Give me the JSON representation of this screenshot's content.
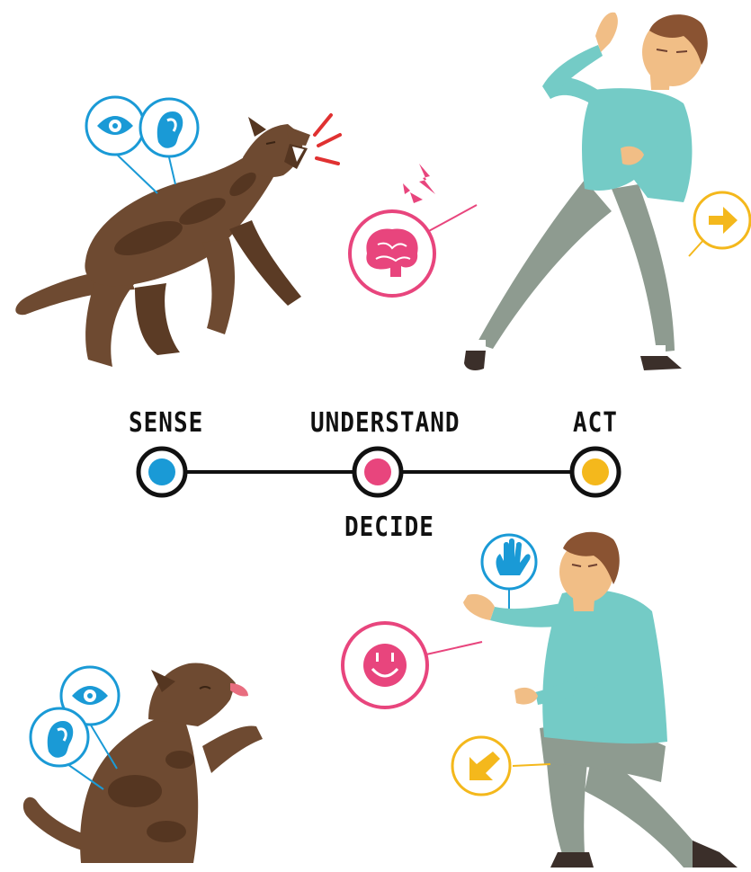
{
  "stages": [
    {
      "label": "SENSE",
      "color": "#1a9ad6"
    },
    {
      "label": "UNDERSTAND",
      "sublabel": "DECIDE",
      "color": "#e8457d"
    },
    {
      "label": "ACT",
      "color": "#f4b81c"
    }
  ],
  "colors": {
    "sense": "#1a9ad6",
    "understand": "#e8457d",
    "act": "#f4b81c",
    "dog_fur": "#6e4a31",
    "dog_spots": "#553621",
    "shirt": "#74cbc6",
    "pants": "#8e9b90",
    "skin": "#f1be86",
    "hair": "#8a5332"
  },
  "icons": {
    "top_dog": [
      "eye-icon",
      "ear-icon"
    ],
    "top_mind": "brain-icon",
    "top_action": "arrow-right-icon",
    "bottom_dog": [
      "eye-icon",
      "ear-icon"
    ],
    "bottom_mind": "smiley-icon",
    "bottom_hand": "hand-icon",
    "bottom_action": "arrow-down-left-icon"
  }
}
